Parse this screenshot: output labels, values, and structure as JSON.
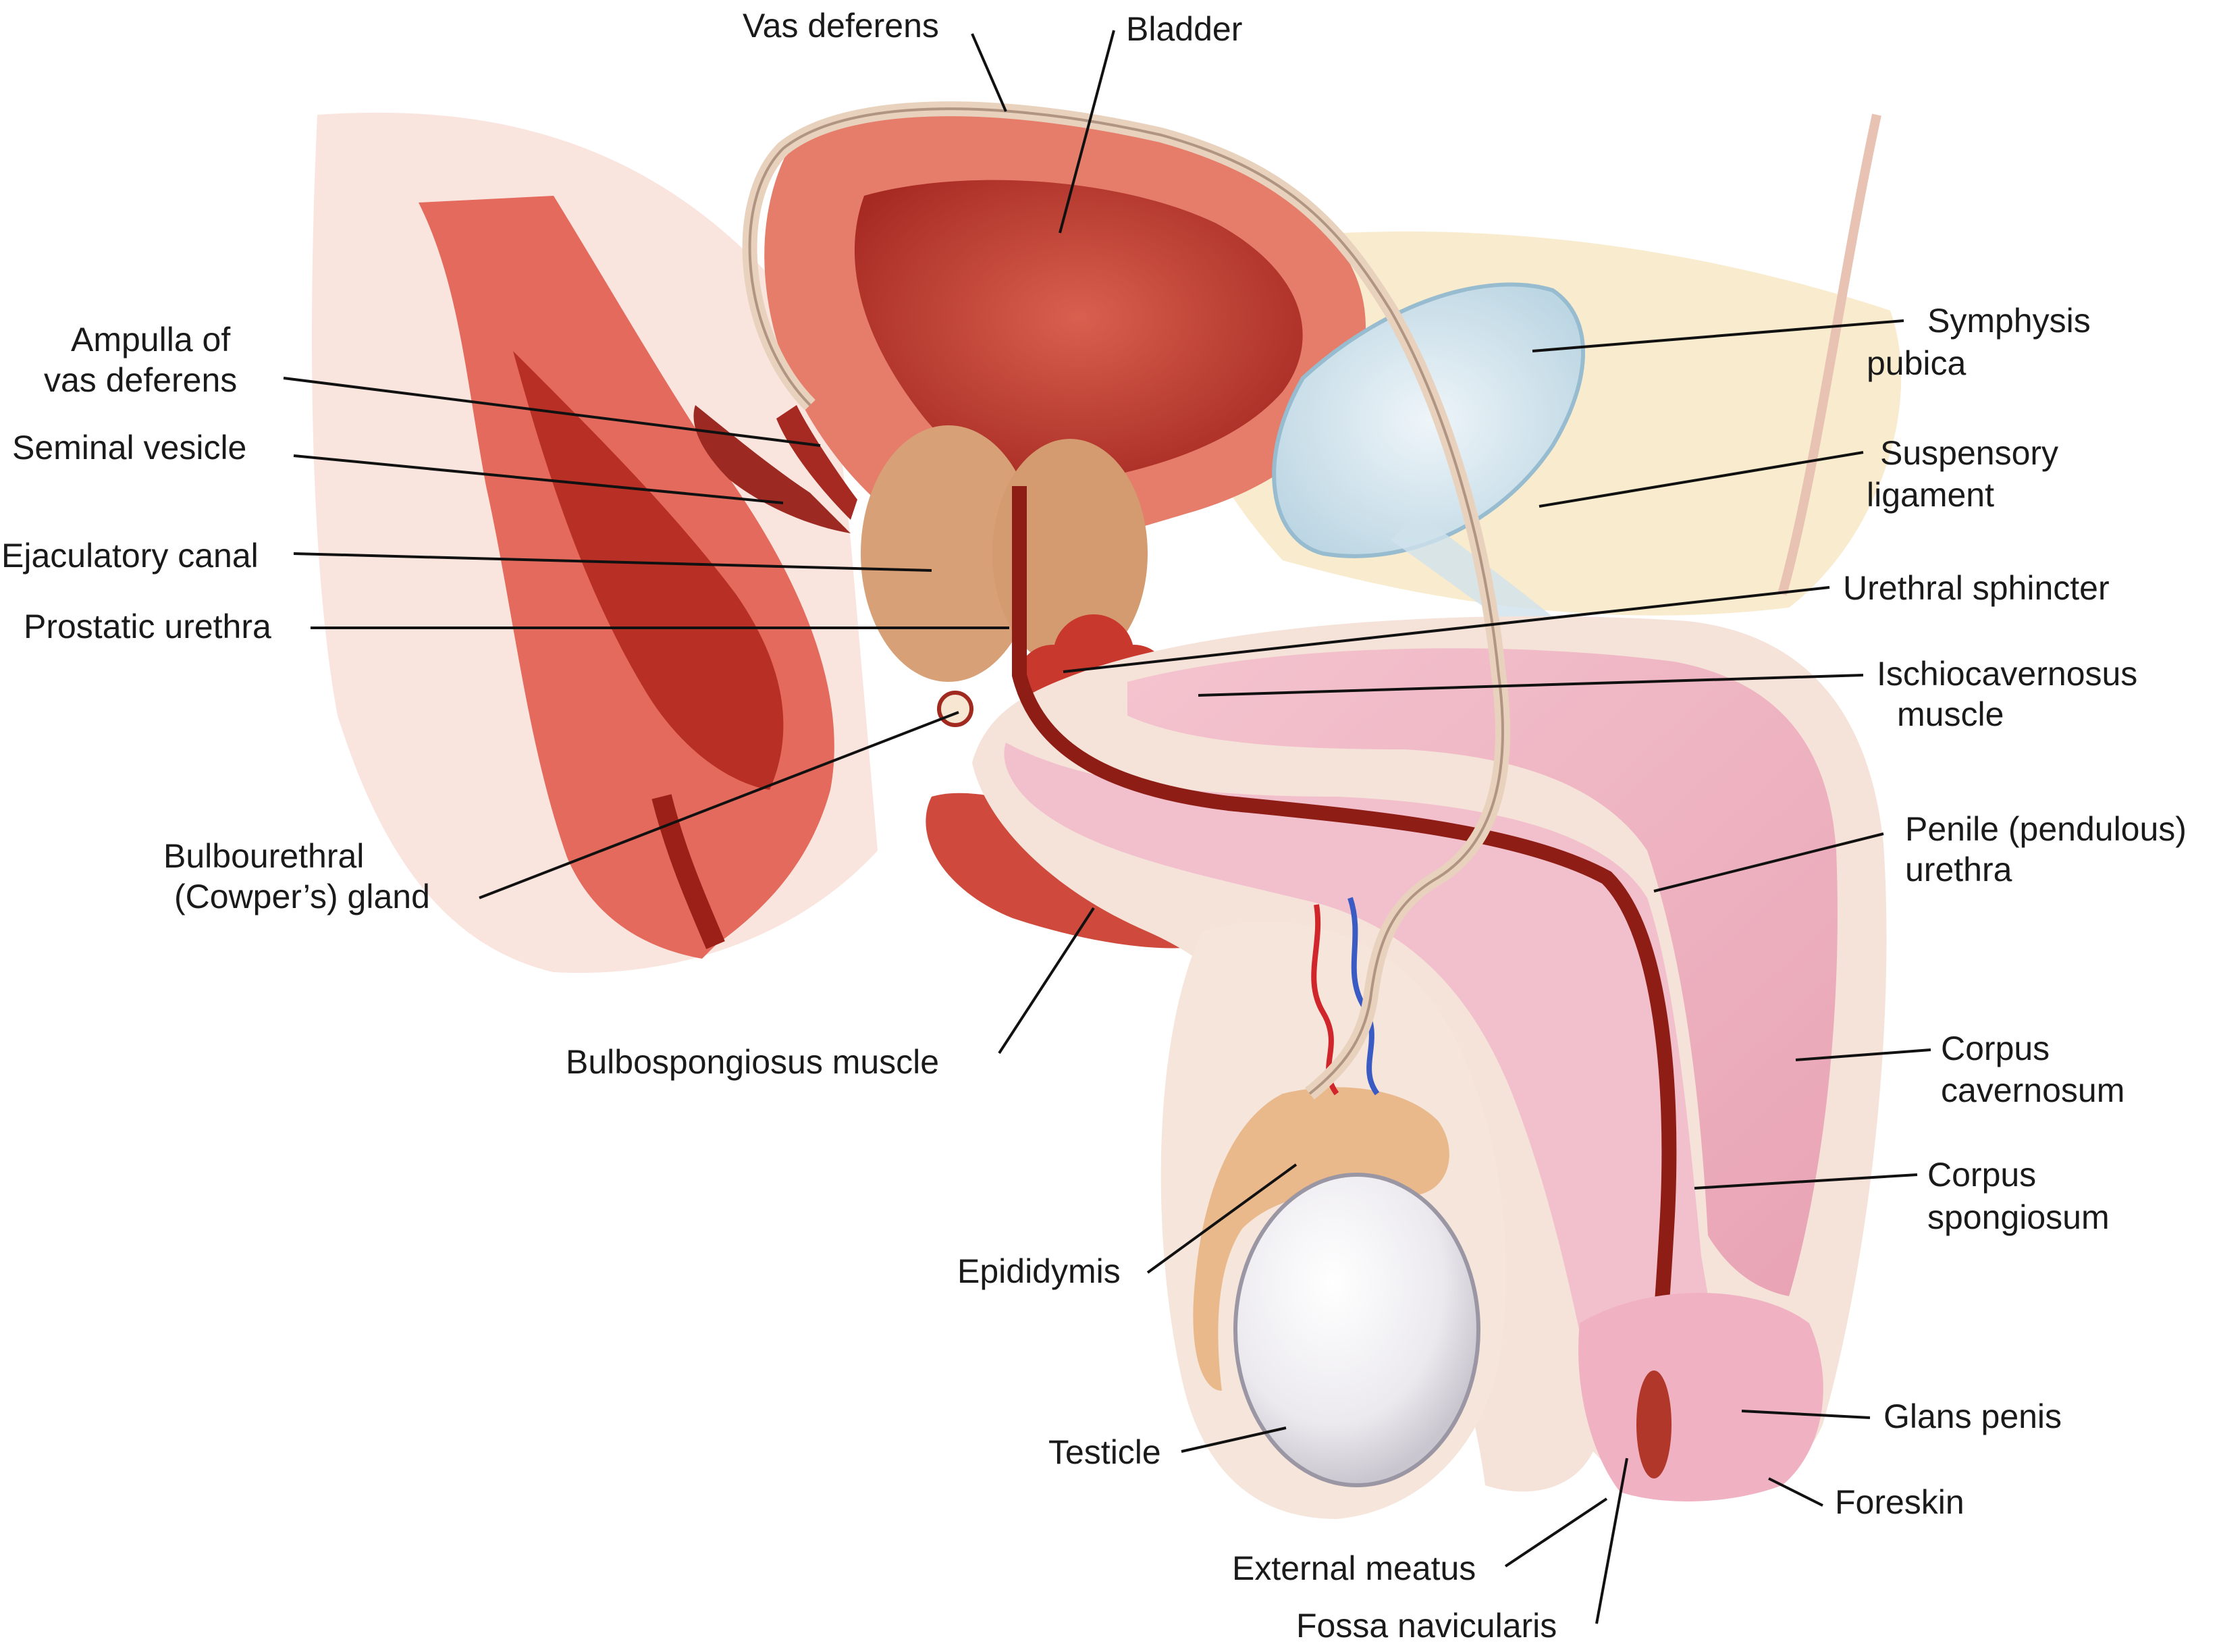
{
  "labels": {
    "vas_deferens": "Vas deferens",
    "bladder": "Bladder",
    "symphysis_pubica": [
      "Symphysis",
      "pubica"
    ],
    "ampulla": [
      "Ampulla of",
      "vas deferens"
    ],
    "suspensory_ligament": [
      "Suspensory",
      "ligament"
    ],
    "seminal_vesicle": "Seminal vesicle",
    "ejaculatory_canal": "Ejaculatory canal",
    "urethral_sphincter": "Urethral sphincter",
    "prostatic_urethra": "Prostatic urethra",
    "ischiocavernosus": [
      "Ischiocavernosus",
      "muscle"
    ],
    "bulbourethral": [
      "Bulbourethral",
      "(Cowper’s) gland"
    ],
    "penile_urethra": [
      "Penile (pendulous)",
      "urethra"
    ],
    "bulbospongiosus": "Bulbospongiosus muscle",
    "corpus_cavernosum": [
      "Corpus",
      "cavernosum"
    ],
    "corpus_spongiosum": [
      "Corpus",
      "spongiosum"
    ],
    "epididymis": "Epididymis",
    "glans_penis": "Glans penis",
    "testicle": "Testicle",
    "foreskin": "Foreskin",
    "external_meatus": "External meatus",
    "fossa_navicularis": "Fossa navicularis"
  }
}
